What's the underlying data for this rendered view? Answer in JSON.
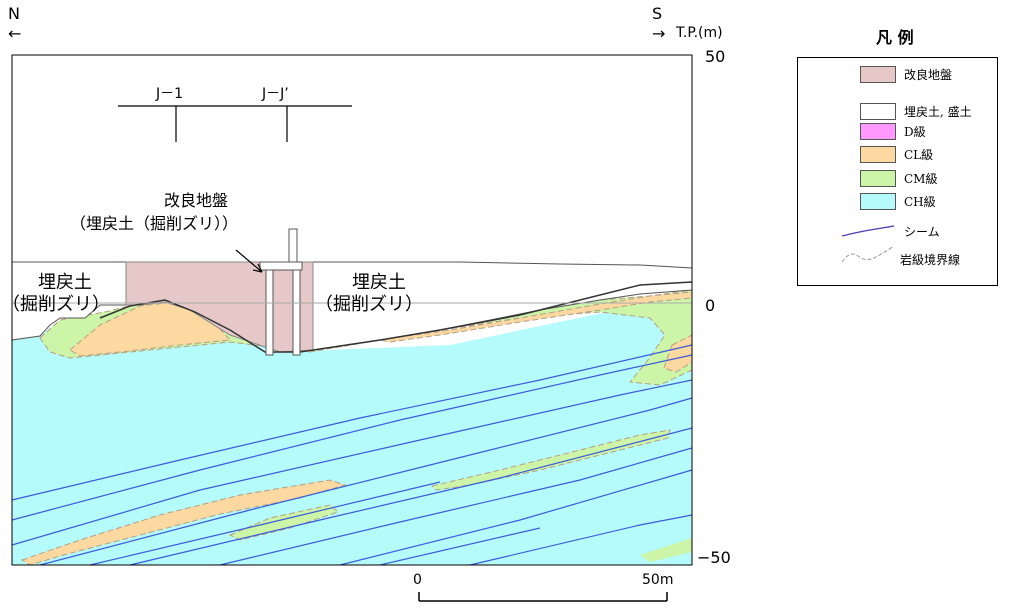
{
  "direction": {
    "north": "N",
    "south": "S",
    "north_arrow": "←",
    "south_arrow": "→"
  },
  "axis": {
    "unit_label": "T.P.(m)",
    "ticks": [
      "50",
      "0",
      "−50"
    ]
  },
  "section_labels": {
    "j1": "J－1",
    "jj": "J－J’"
  },
  "annotations": {
    "improved_title": "改良地盤",
    "improved_sub": "（埋戻土（掘削ズリ））",
    "fill_left_1": "埋戻土",
    "fill_left_2": "（掘削ズリ）",
    "fill_right_1": "埋戻土",
    "fill_right_2": "（掘削ズリ）"
  },
  "scale_bar": {
    "start": "0",
    "end": "50m"
  },
  "legend": {
    "title": "凡 例",
    "items": [
      {
        "label": "改良地盤",
        "color": "#e6c8c8"
      },
      {
        "label": "埋戻土, 盛土",
        "color": "#ffffff"
      },
      {
        "label": "D級",
        "color": "#ff99ff"
      },
      {
        "label": "CL級",
        "color": "#fbd9a0"
      },
      {
        "label": "CM級",
        "color": "#cdf5a8"
      },
      {
        "label": "CH級",
        "color": "#b6fbfb"
      },
      {
        "label": "シーム",
        "color": "#4a3fb4"
      },
      {
        "label": "岩級境界線",
        "color": "#888888"
      }
    ]
  },
  "colors": {
    "ch": "#b6fbfb",
    "cm": "#cdf5a8",
    "cl": "#fbd9a0",
    "improved": "#e6c8c8",
    "seam": "#3b5bdb"
  }
}
